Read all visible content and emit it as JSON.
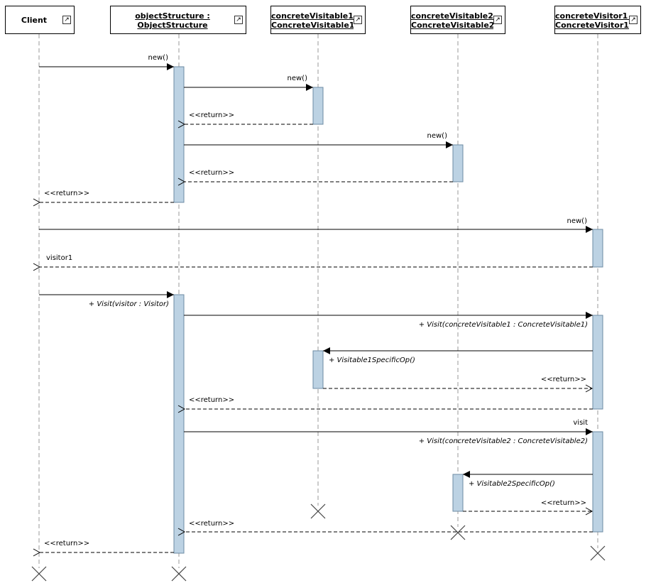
{
  "lifelines": [
    {
      "label": "Client",
      "line2": ""
    },
    {
      "label": "objectStructure :",
      "line2": "ObjectStructure"
    },
    {
      "label": "concreteVisitable1 :",
      "line2": "ConcreteVisitable1"
    },
    {
      "label": "concreteVisitable2 :",
      "line2": "ConcreteVisitable2"
    },
    {
      "label": "concreteVisitor1 :",
      "line2": "ConcreteVisitor1"
    }
  ],
  "expand_icon": "expand-arrow-icon",
  "messages": {
    "m1": "new()",
    "m2": "new()",
    "m3": "<<return>>",
    "m4": "new()",
    "m5": "<<return>>",
    "m6": "<<return>>",
    "m7": "new()",
    "m8": "visitor1",
    "m9": "+ Visit(visitor : Visitor)",
    "m10": "+ Visit(concreteVisitable1 : ConcreteVisitable1)",
    "m11": "+ Visitable1SpecificOp()",
    "m12": "<<return>>",
    "m13": "<<return>>",
    "m14": "visit",
    "m15": "+ Visit(concreteVisitable2 : ConcreteVisitable2)",
    "m16": "+ Visitable2SpecificOp()",
    "m17": "<<return>>",
    "m18": "<<return>>",
    "m19": "<<return>>"
  },
  "colors": {
    "activation_fill": "#bcd2e3",
    "activation_stroke": "#6d8ba3",
    "lifeline": "#9a9a9a"
  }
}
